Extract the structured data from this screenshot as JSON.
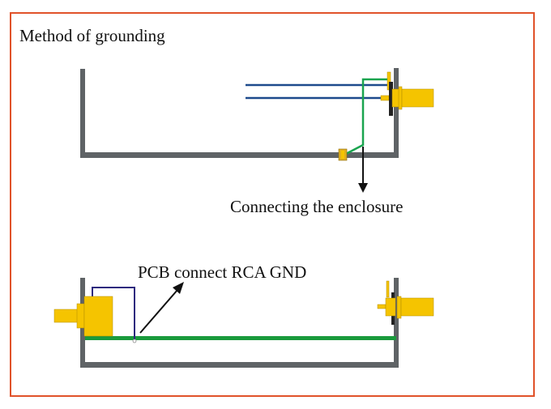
{
  "title": "Method of grounding",
  "annotations": {
    "top": "Connecting the enclosure",
    "bottom": "PCB connect RCA GND"
  },
  "colors": {
    "frame_border": "#e0522a",
    "enclosure": "#5f6366",
    "signal_wire": "#1d4a8c",
    "ground_wire": "#1aa44f",
    "pcb": "#1a9a3c",
    "jumper_wire": "#2e2a7e",
    "connector": "#f5c400",
    "gasket": "#222222",
    "arrow": "#111111"
  }
}
